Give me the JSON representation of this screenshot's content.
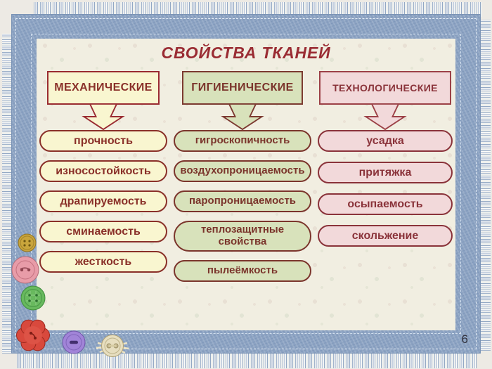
{
  "slide": {
    "title": "СВОЙСТВА ТКАНЕЙ",
    "page_number": "6",
    "columns": [
      {
        "id": "mechanical",
        "header": "МЕХАНИЧЕСКИЕ",
        "items": [
          "прочность",
          "износостойкость",
          "драпируемость",
          "сминаемость",
          "жесткость"
        ]
      },
      {
        "id": "hygienic",
        "header": "ГИГИЕНИЧЕСКИЕ",
        "items": [
          "гигроскопичность",
          "воздухопроницаемость",
          "паропроницаемость",
          "теплозащитные свойства",
          "пылеёмкость"
        ]
      },
      {
        "id": "technological",
        "header": "ТЕХНОЛОГИЧЕСКИЕ",
        "items": [
          "усадка",
          "притяжка",
          "осыпаемость",
          "скольжение"
        ]
      }
    ],
    "colors": {
      "title_text": "#9A2C33",
      "denim_frame": "#8BA2C2",
      "content_background": "#F1EEE1",
      "yellow_fill": "#F9F6D0",
      "yellow_border": "#9A2B31",
      "green_fill": "#D8E2BB",
      "green_border": "#7C3A31",
      "pink_fill": "#F2D9DA",
      "pink_border": "#9C4147",
      "item_text": "#7C332B",
      "page_number_text": "#2F2F3A"
    },
    "decorations": {
      "icons": [
        "yellow-sewing-button-icon",
        "pink-sewing-button-icon",
        "green-sewing-button-icon",
        "red-flower-button-icon",
        "purple-sewing-button-icon",
        "beige-sewn-button-icon",
        "down-arrow-icon"
      ]
    }
  }
}
